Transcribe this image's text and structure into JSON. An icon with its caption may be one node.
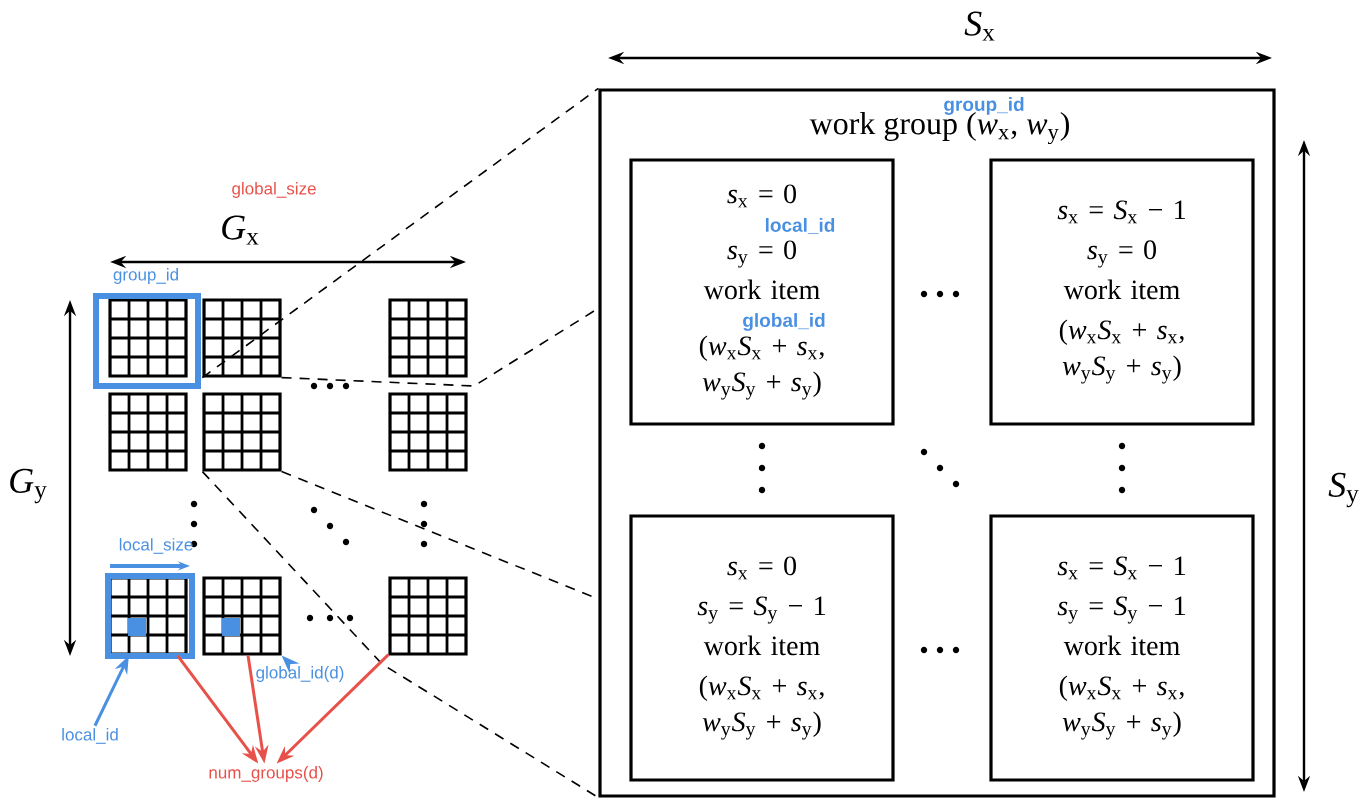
{
  "diagram": {
    "nodes": [
      {
        "text": [
          "work group (*w*$_{x}$, *w*$_{y}$)"
        ]
      },
      {
        "text": [
          "*s*$_{x}$ = 0",
          "*s*$_{y}$ = 0",
          "work item",
          "(*w*$_{x}$*S*$_{x}$ + *s*$_{x}$, *w*$_{y}$*S*$_{y}$ + *s*$_{y}$)"
        ],
        "in": 0
      },
      {
        "text": [
          "*s*$_{x}$ = *S*$_{x}$ − 1",
          "*s*$_{y}$ = 0",
          "work item",
          "(*w*$_{x}$*S*$_{x}$ + *s*$_{x}$, *w*$_{y}$*S*$_{y}$ + *s*$_{y}$)"
        ],
        "in": 0
      },
      {
        "text": [
          "*s*$_{x}$ = 0",
          "*s*$_{y}$ = *S*$_{y}$ − 1",
          "work item",
          "(*w*$_{x}$*S*$_{x}$ + *s*$_{x}$, *w*$_{y}$*S*$_{y}$ + *s*$_{y}$)"
        ],
        "in": 0
      },
      {
        "text": [
          "*s*$_{x}$ = *S*$_{x}$ − 1",
          "*s*$_{y}$ = *S*$_{y}$ − 1",
          "work item",
          "(*w*$_{x}$*S*$_{x}$ + *s*$_{x}$, *w*$_{y}$*S*$_{y}$ + *s*$_{y}$)"
        ],
        "in": 0
      },
      {
        "text": [],
        "shape": "grid"
      },
      {
        "text": [],
        "shape": "grid"
      },
      {
        "text": [],
        "shape": "grid"
      },
      {
        "text": [],
        "shape": "grid"
      },
      {
        "text": [],
        "shape": "grid"
      },
      {
        "text": [],
        "shape": "grid"
      },
      {
        "text": [],
        "shape": "grid"
      },
      {
        "text": [],
        "shape": "grid"
      },
      {
        "text": [],
        "shape": "grid"
      },
      {
        "text": [
          "local_id"
        ]
      },
      {
        "text": [
          "global_id(d)"
        ]
      },
      {
        "text": [
          "num_groups(d)"
        ]
      }
    ],
    "edges": [
      {
        "from": 6,
        "to": 0,
        "arrow": "none",
        "style": "dashed"
      },
      {
        "from": 6,
        "to": 0,
        "arrow": "none",
        "style": "dashed"
      },
      {
        "from": 9,
        "to": 0,
        "arrow": "none",
        "style": "dashed"
      },
      {
        "from": 9,
        "to": 0,
        "arrow": "none",
        "style": "dashed"
      },
      {
        "from": 14,
        "to": 11,
        "arrow": "to",
        "color": "#4a90e2"
      },
      {
        "from": 15,
        "to": 12,
        "arrow": "to",
        "color": "#4a90e2"
      },
      {
        "from": 11,
        "to": 16,
        "arrow": "to",
        "color": "#e8504a"
      },
      {
        "from": 12,
        "to": 16,
        "arrow": "to",
        "color": "#e8504a"
      },
      {
        "from": 13,
        "to": 16,
        "arrow": "to",
        "color": "#e8504a"
      }
    ],
    "labels": [
      "*S*$_{x}$",
      "group_id",
      "global_size",
      "local_id",
      "*G*$_{x}$",
      "group_id",
      "global_id",
      "*G*$_{y}$",
      "*S*$_{y}$",
      "local_size"
    ]
  }
}
